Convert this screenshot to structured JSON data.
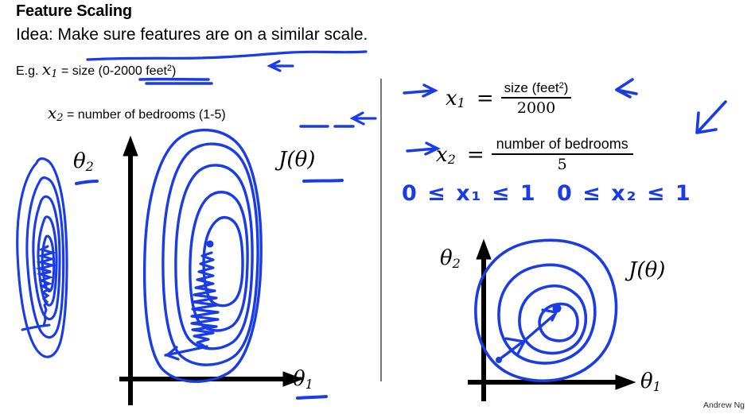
{
  "slide": {
    "title": "Feature Scaling",
    "idea": "Idea: Make sure features are on a similar scale.",
    "attribution": "Andrew Ng",
    "ink_color": "#1a3ce8",
    "axis_color": "#000000",
    "divider_color": "#777777"
  },
  "left_panel": {
    "example_prefix": "E.g.",
    "x1_var": "x",
    "x1_sub": "1",
    "x1_text": "= size (0-2000 feet",
    "x1_sup": "2",
    "x1_tail": ")",
    "x2_var": "x",
    "x2_sub": "2",
    "x2_text": "= number of bedrooms (1-5)",
    "plot": {
      "theta2_label": "θ",
      "theta2_sub": "2",
      "theta1_label": "θ",
      "theta1_sub": "1",
      "cost_label": "J(θ)",
      "description": "Unscaled cost contours: tall narrow ellipses with oscillating zig-zag gradient descent path",
      "contour_count": 5,
      "contour_shape": "tall-narrow-ellipse",
      "path_style": "zig-zag-oscillating"
    }
  },
  "right_panel": {
    "eq1": {
      "var": "x",
      "sub": "1",
      "equals": "=",
      "numerator": "size (feet",
      "numerator_sup": "2",
      "numerator_tail": ")",
      "denominator": "2000"
    },
    "eq2": {
      "var": "x",
      "sub": "2",
      "equals": "=",
      "numerator": "number of bedrooms",
      "denominator": "5"
    },
    "range1": "0 ≤ x₁ ≤ 1",
    "range2": "0 ≤ x₂ ≤ 1",
    "plot": {
      "theta2_label": "θ",
      "theta2_sub": "2",
      "theta1_label": "θ",
      "theta1_sub": "1",
      "cost_label": "J(θ)",
      "description": "Scaled cost contours: near-circular rings with a direct straight gradient descent path",
      "contour_count": 4,
      "contour_shape": "near-circular",
      "path_style": "direct-straight"
    }
  }
}
